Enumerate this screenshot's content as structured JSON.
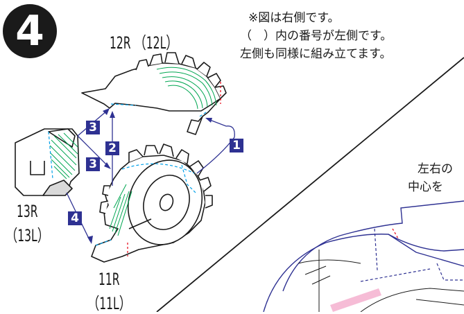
{
  "step": {
    "number": "4"
  },
  "labels": {
    "part_12": "12R （12L）",
    "part_13_line1": "13R",
    "part_13_line2": "（13L）",
    "part_11_line1": "11R",
    "part_11_line2": "（11L）"
  },
  "notes": {
    "line1": "※図は右側です。",
    "line2": "（　）内の番号が左側です。",
    "line3": "左側も同様に組み立てます。",
    "right_line1": "左右の",
    "right_line2": "中心を"
  },
  "tags": [
    {
      "id": "1",
      "label": "1"
    },
    {
      "id": "2",
      "label": "2"
    },
    {
      "id": "3a",
      "label": "3"
    },
    {
      "id": "3b",
      "label": "3"
    },
    {
      "id": "4",
      "label": "4"
    }
  ],
  "colors": {
    "line": "#1a1a1a",
    "arrow": "#2e3192",
    "fold": "#00a0e9",
    "glue": "#00a651",
    "cut": "#e60012",
    "pink": "#f6bcd6"
  }
}
